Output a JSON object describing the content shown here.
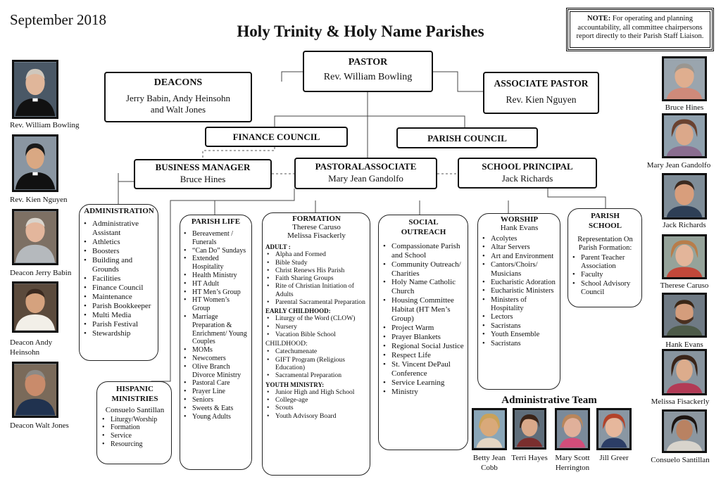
{
  "date": "September 2018",
  "title": "Holy Trinity & Holy Name Parishes",
  "note": {
    "label": "NOTE:",
    "text": "For operating and planning accountability, all committee chairpersons report directly to their Parish Staff Liaison."
  },
  "pastor": {
    "title": "PASTOR",
    "name": "Rev. William Bowling"
  },
  "deacons": {
    "title": "DEACONS",
    "line1": "Jerry Babin, Andy Heinsohn",
    "line2": "and Walt Jones"
  },
  "associate_pastor": {
    "title": "ASSOCIATE PASTOR",
    "name": "Rev. Kien Nguyen"
  },
  "finance_council": {
    "title": "FINANCE COUNCIL"
  },
  "parish_council": {
    "title": "PARISH COUNCIL"
  },
  "business_manager": {
    "title": "BUSINESS MANAGER",
    "name": "Bruce Hines"
  },
  "pastoral_associate": {
    "title": "PASTORALASSOCIATE",
    "name": "Mary Jean Gandolfo"
  },
  "school_principal": {
    "title": "SCHOOL PRINCIPAL",
    "name": "Jack Richards"
  },
  "administration": {
    "title": "ADMINISTRATION",
    "items": [
      "Administrative Assistant",
      "Athletics",
      "Boosters",
      "Building and Grounds",
      "Facilities",
      "Finance Council",
      "Maintenance",
      "Parish Bookkeeper",
      "Multi Media",
      "Parish Festival",
      "Stewardship"
    ]
  },
  "parish_life": {
    "title": "PARISH LIFE",
    "items": [
      "Bereavement / Funerals",
      "“Can Do” Sundays",
      "Extended Hospitality",
      "Health Ministry",
      "HT Adult",
      "HT Men’s Group",
      "HT Women’s Group",
      "Marriage Preparation & Enrichment/ Young Couples",
      "MOMs",
      "Newcomers",
      "Olive Branch Divorce Ministry",
      "Pastoral Care",
      "Prayer Line",
      "Seniors",
      "Sweets & Eats",
      "Young Adults"
    ]
  },
  "formation": {
    "title": "FORMATION",
    "leader1": "Therese Caruso",
    "leader2": "Melissa Fisackerly",
    "adult_label": "ADULT :",
    "adult": [
      "Alpha and Formed",
      "Bible Study",
      "Christ Renews His Parish",
      "Faith Sharing Groups",
      "Rite of Christian Initiation of Adults",
      "Parental Sacramental Preparation"
    ],
    "early_label": "EARLY CHILDHOOD:",
    "early": [
      "Liturgy of the Word (CLOW)",
      "Nursery",
      "Vacation Bible School"
    ],
    "childhood_label": "CHILDHOOD:",
    "childhood": [
      "Catechumenate",
      "GIFT Program (Religious Education)",
      "Sacramental Preparation"
    ],
    "youth_label": "YOUTH MINISTRY:",
    "youth": [
      "Junior High and High School",
      "College-age",
      "Scouts",
      "Youth Advisory Board"
    ]
  },
  "social_outreach": {
    "title1": "SOCIAL",
    "title2": "OUTREACH",
    "items": [
      "Compassionate Parish and School",
      "Community Outreach/ Charities",
      "Holy Name Catholic Church",
      "Housing Committee Habitat (HT Men’s Group)",
      "Project Warm",
      "Prayer Blankets",
      "Regional Social Justice",
      "Respect Life",
      "St. Vincent DePaul Conference",
      "Service Learning",
      "Ministry"
    ]
  },
  "worship": {
    "title": "WORSHIP",
    "leader": "Hank Evans",
    "items": [
      "Acolytes",
      "Altar Servers",
      "Art and Environment",
      "Cantors/Choirs/ Musicians",
      "Eucharistic Adoration",
      "Eucharistic Ministers",
      "Ministers of Hospitality",
      "Lectors",
      "Sacristans",
      "Youth Ensemble",
      "Sacristans"
    ]
  },
  "parish_school": {
    "title1": "PARISH",
    "title2": "SCHOOL",
    "intro": "Representation On Parish Formation:",
    "items": [
      "Parent Teacher Association",
      "Faculty",
      "School Advisory Council"
    ]
  },
  "hispanic": {
    "title1": "HISPANIC",
    "title2": "MINISTRIES",
    "leader": "Consuelo Santillan",
    "items": [
      "Liturgy/Worship",
      "Formation",
      "Service",
      "Resourcing"
    ]
  },
  "admin_team": {
    "title": "Administrative Team",
    "members": [
      "Betty Jean Cobb",
      "Terri Hayes",
      "Mary Scott Herrington",
      "Jill Greer"
    ]
  },
  "left_photos": [
    "Rev. William Bowling",
    "Rev. Kien Nguyen",
    "Deacon Jerry Babin",
    "Deacon Andy Heinsohn",
    "Deacon Walt Jones"
  ],
  "right_photos": [
    "Bruce Hines",
    "Mary Jean Gandolfo",
    "Jack Richards",
    "Therese Caruso",
    "Hank Evans",
    "Melissa Fisackerly",
    "Consuelo Santillan"
  ]
}
